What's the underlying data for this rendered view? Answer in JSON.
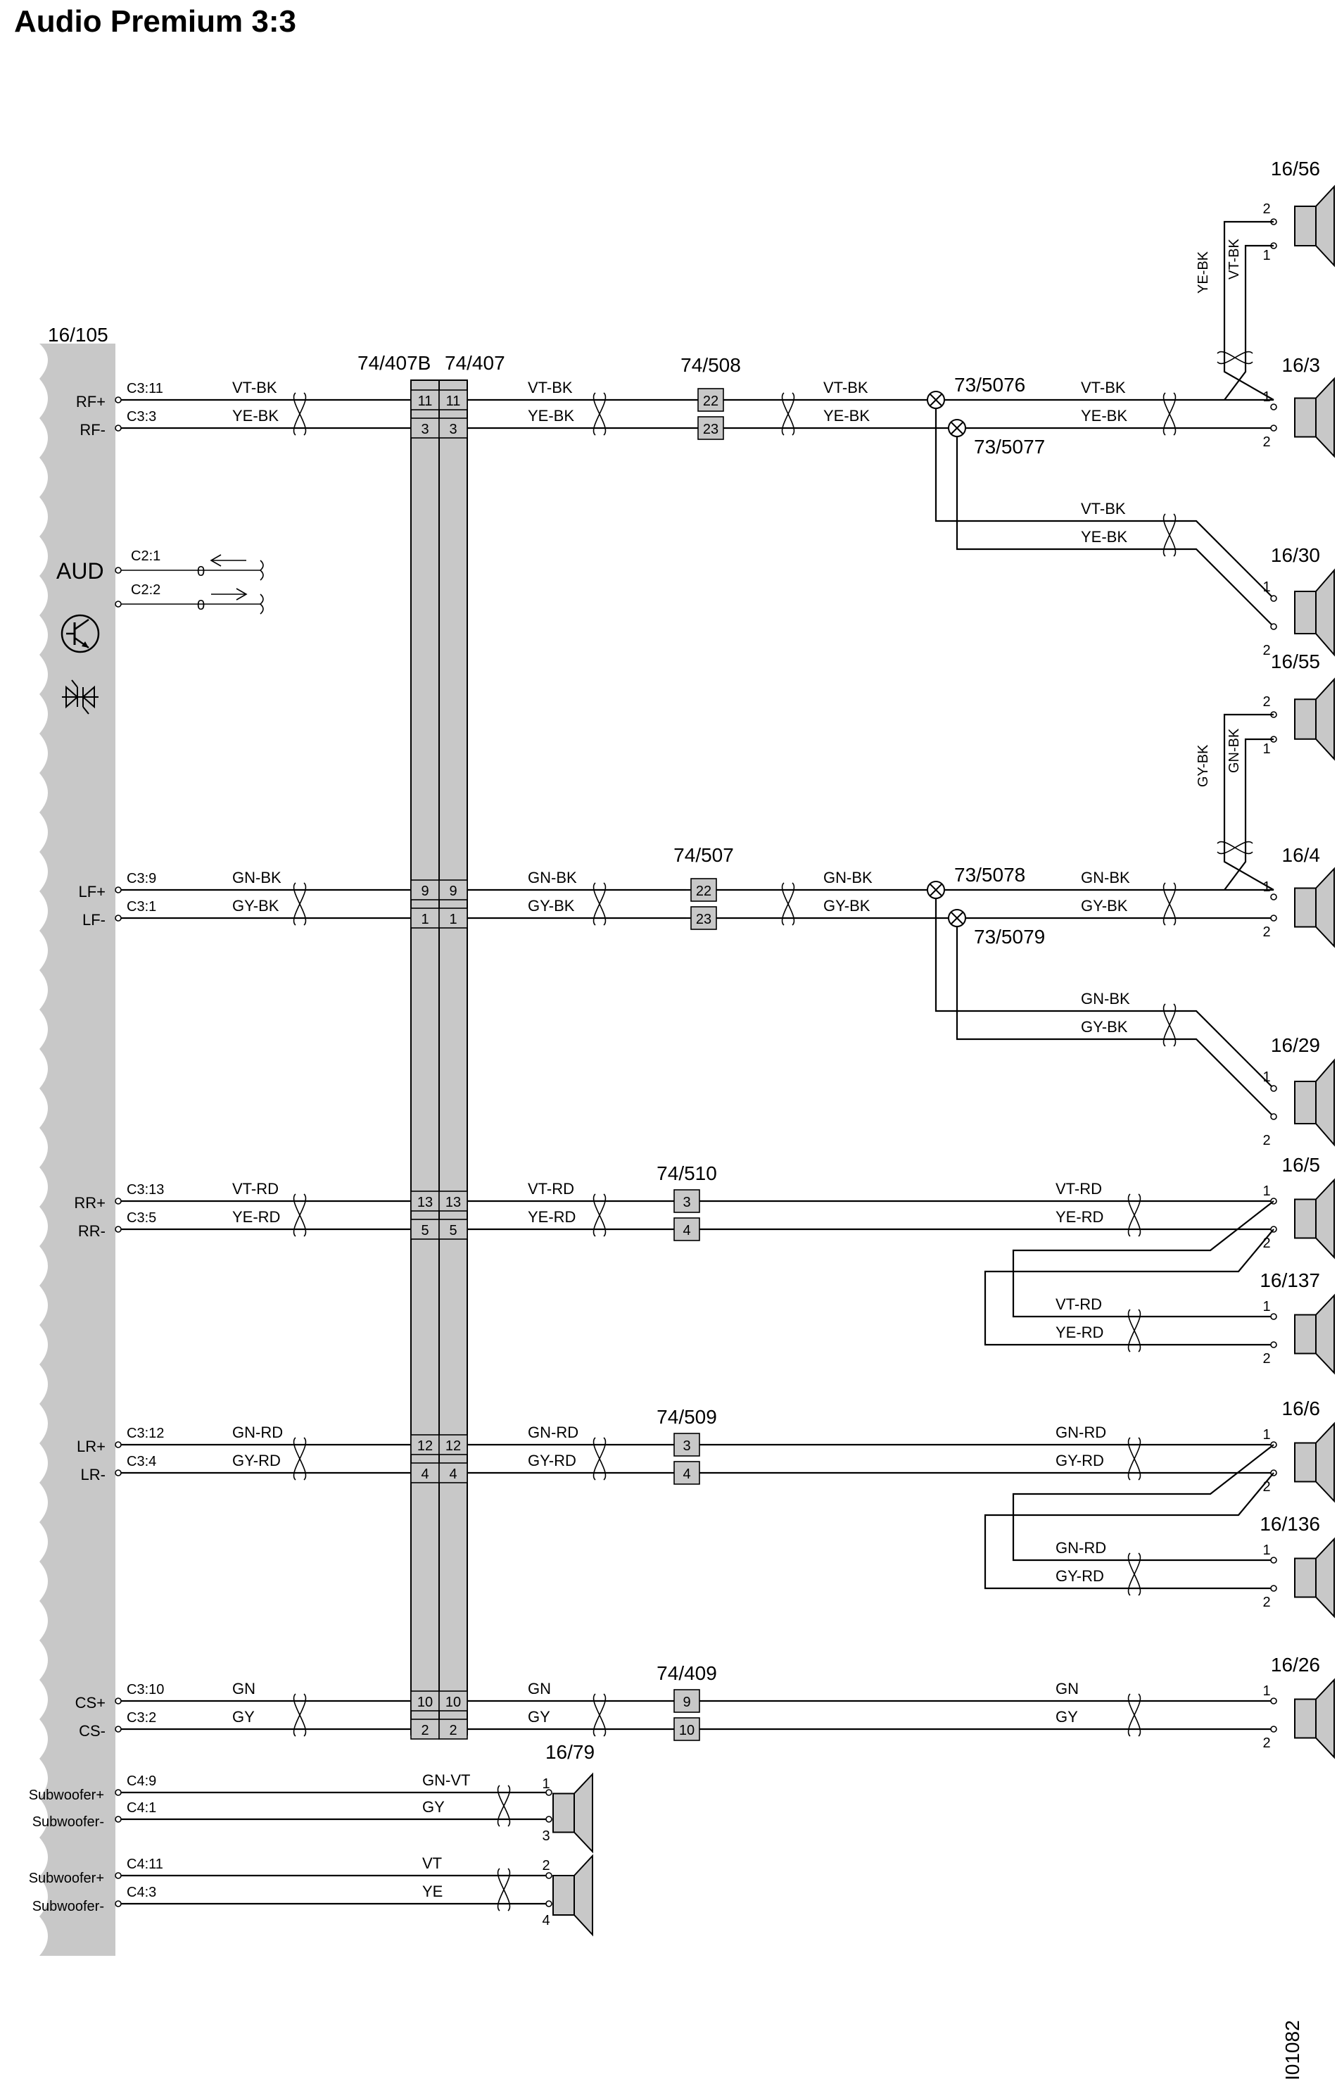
{
  "title": "Audio Premium 3:3",
  "figure_id": "I01082",
  "module": {
    "id": "16/105",
    "aud_label": "AUD",
    "pins": [
      {
        "label": "RF+",
        "conn": "C3:11"
      },
      {
        "label": "RF-",
        "conn": "C3:3"
      },
      {
        "label": "LF+",
        "conn": "C3:9"
      },
      {
        "label": "LF-",
        "conn": "C3:1"
      },
      {
        "label": "RR+",
        "conn": "C3:13"
      },
      {
        "label": "RR-",
        "conn": "C3:5"
      },
      {
        "label": "LR+",
        "conn": "C3:12"
      },
      {
        "label": "LR-",
        "conn": "C3:4"
      },
      {
        "label": "CS+",
        "conn": "C3:10"
      },
      {
        "label": "CS-",
        "conn": "C3:2"
      },
      {
        "label": "Subwoofer+",
        "conn": "C4:9"
      },
      {
        "label": "Subwoofer-",
        "conn": "C4:1"
      },
      {
        "label": "Subwoofer+",
        "conn": "C4:11"
      },
      {
        "label": "Subwoofer-",
        "conn": "C4:3"
      }
    ],
    "aud_pins": [
      {
        "conn": "C2:1",
        "val": "0"
      },
      {
        "conn": "C2:2",
        "val": "0"
      }
    ]
  },
  "connectors": {
    "c407b": "74/407B",
    "c407": "74/407",
    "pins_407": [
      "11",
      "3",
      "9",
      "1",
      "13",
      "5",
      "12",
      "4",
      "10",
      "2"
    ]
  },
  "groups": [
    {
      "inline": "74/508",
      "pins": [
        "22",
        "23"
      ],
      "pos_color": "VT-BK",
      "neg_color": "YE-BK",
      "splice_pos": "73/5076",
      "splice_neg": "73/5077",
      "spk_top": "16/56",
      "spk_main": "16/3",
      "spk_branch": "16/30",
      "vert_pos": "YE-BK",
      "vert_neg": "VT-BK",
      "pin_a": "2",
      "pin_b": "1"
    },
    {
      "inline": "74/507",
      "pins": [
        "22",
        "23"
      ],
      "pos_color": "GN-BK",
      "neg_color": "GY-BK",
      "splice_pos": "73/5078",
      "splice_neg": "73/5079",
      "spk_top": "16/55",
      "spk_main": "16/4",
      "spk_branch": "16/29",
      "vert_pos": "GY-BK",
      "vert_neg": "GN-BK",
      "pin_a": "2",
      "pin_b": "1"
    }
  ],
  "rear": [
    {
      "inline": "74/510",
      "pins": [
        "3",
        "4"
      ],
      "pos_color": "VT-RD",
      "neg_color": "YE-RD",
      "spk_main": "16/5",
      "spk_second": "16/137",
      "pin_a": "1",
      "pin_b": "2"
    },
    {
      "inline": "74/509",
      "pins": [
        "3",
        "4"
      ],
      "pos_color": "GN-RD",
      "neg_color": "GY-RD",
      "spk_main": "16/6",
      "spk_second": "16/136",
      "pin_a": "1",
      "pin_b": "2"
    }
  ],
  "center": {
    "inline": "74/409",
    "pins": [
      "9",
      "10"
    ],
    "pos_color": "GN",
    "neg_color": "GY",
    "spk": "16/26",
    "pin_a": "1",
    "pin_b": "2"
  },
  "subwoofer": {
    "spk": "16/79",
    "colors": [
      "GN-VT",
      "GY",
      "VT",
      "YE"
    ],
    "pins": [
      "1",
      "3",
      "2",
      "4"
    ]
  }
}
